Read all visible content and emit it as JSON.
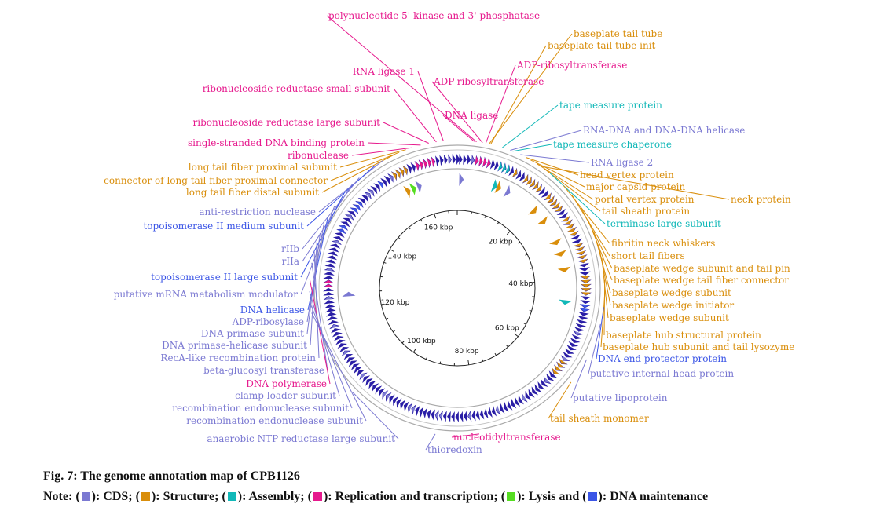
{
  "colors": {
    "cds": "#7b79d2",
    "structure": "#d98e0b",
    "assembly": "#12b8b8",
    "replication": "#e6198d",
    "lysis": "#55dd22",
    "dna": "#3b55e6",
    "fill": "#2a1ea6"
  },
  "caption": {
    "title": "Fig. 7: The genome annotation map of CPB1126",
    "note_prefix": "Note: (",
    "legend": [
      {
        "after": "): CDS; (",
        "color": "#7b79d2"
      },
      {
        "after": "): Structure; (",
        "color": "#d98e0b"
      },
      {
        "after": "): Assembly; (",
        "color": "#12b8b8"
      },
      {
        "after": "): Replication and transcription; (",
        "color": "#e6198d"
      },
      {
        "after": "): Lysis and (",
        "color": "#55dd22"
      },
      {
        "after": "): DNA maintenance",
        "color": "#3b55e6"
      }
    ]
  },
  "chart_data": {
    "type": "circular-genome-map",
    "genome_length_kbp": 168,
    "tick_labels": [
      "20 kbp",
      "40 kbp",
      "60 kbp",
      "80 kbp",
      "100 kbp",
      "120 kbp",
      "140 kbp",
      "160 kbp"
    ],
    "tick_values_kbp": [
      20,
      40,
      60,
      80,
      100,
      120,
      140,
      160
    ],
    "labels": [
      {
        "text": "polynucleotide 5'-kinase and 3'-phosphatase",
        "cat": "replication",
        "pos_kbp": 3.5
      },
      {
        "text": "baseplate tail tube",
        "cat": "structure",
        "pos_kbp": 5.8
      },
      {
        "text": "baseplate tail tube init",
        "cat": "structure",
        "pos_kbp": 6.1
      },
      {
        "text": "ADP-ribosyltransferase",
        "cat": "replication",
        "pos_kbp": 5.2
      },
      {
        "text": "ADP-ribosyltransferase",
        "cat": "replication",
        "pos_kbp": 4.6
      },
      {
        "text": "RNA ligase 1",
        "cat": "replication",
        "pos_kbp": 165.5
      },
      {
        "text": "ribonucleoside reductase small subunit",
        "cat": "replication",
        "pos_kbp": 164.2
      },
      {
        "text": "DNA ligase",
        "cat": "replication",
        "pos_kbp": 3.1
      },
      {
        "text": "tape measure protein",
        "cat": "assembly",
        "pos_kbp": 8.3
      },
      {
        "text": "RNA-DNA and DNA-DNA helicase",
        "cat": "cds",
        "pos_kbp": 9.8
      },
      {
        "text": "ribonucleoside reductase large subunit",
        "cat": "replication",
        "pos_kbp": 162.8
      },
      {
        "text": "tape measure chaperone",
        "cat": "assembly",
        "pos_kbp": 10.3
      },
      {
        "text": "single-stranded DNA binding protein",
        "cat": "replication",
        "pos_kbp": 161.3
      },
      {
        "text": "RNA ligase 2",
        "cat": "cds",
        "pos_kbp": 11.8
      },
      {
        "text": "ribonuclease",
        "cat": "replication",
        "pos_kbp": 159.6
      },
      {
        "text": "head vertex protein",
        "cat": "structure",
        "pos_kbp": 12.9
      },
      {
        "text": "long tail fiber proximal subunit",
        "cat": "structure",
        "pos_kbp": 158.5
      },
      {
        "text": "major capsid protein",
        "cat": "structure",
        "pos_kbp": 13.9
      },
      {
        "text": "connector of long tail fiber proximal connector",
        "cat": "structure",
        "pos_kbp": 157.2
      },
      {
        "text": "portal vertex protein",
        "cat": "structure",
        "pos_kbp": 15.2
      },
      {
        "text": "neck protein",
        "cat": "structure",
        "pos_kbp": 16.0
      },
      {
        "text": "long tail fiber distal subunit",
        "cat": "structure",
        "pos_kbp": 156.2
      },
      {
        "text": "tail sheath protein",
        "cat": "structure",
        "pos_kbp": 16.8
      },
      {
        "text": "anti-restriction nuclease",
        "cat": "cds",
        "pos_kbp": 153.8
      },
      {
        "text": "terminase large subunit",
        "cat": "assembly",
        "pos_kbp": 18.2
      },
      {
        "text": "topoisomerase II medium subunit",
        "cat": "dna",
        "pos_kbp": 152.1
      },
      {
        "text": "fibritin neck whiskers",
        "cat": "structure",
        "pos_kbp": 21.5
      },
      {
        "text": "rIIb",
        "cat": "cds",
        "pos_kbp": 148.6
      },
      {
        "text": "short tail fibers",
        "cat": "structure",
        "pos_kbp": 23.8
      },
      {
        "text": "rIIa",
        "cat": "cds",
        "pos_kbp": 146.8
      },
      {
        "text": "baseplate wedge subunit and tail pin",
        "cat": "structure",
        "pos_kbp": 26.5
      },
      {
        "text": "topoisomerase II large subunit",
        "cat": "dna",
        "pos_kbp": 144.7
      },
      {
        "text": "baseplate wedge tail fiber connector",
        "cat": "structure",
        "pos_kbp": 29.0
      },
      {
        "text": "putative mRNA metabolism modulator",
        "cat": "cds",
        "pos_kbp": 141.8
      },
      {
        "text": "baseplate wedge subunit",
        "cat": "structure",
        "pos_kbp": 31.6
      },
      {
        "text": "DNA helicase",
        "cat": "dna",
        "pos_kbp": 139.5
      },
      {
        "text": "baseplate wedge initiator",
        "cat": "structure",
        "pos_kbp": 34.2
      },
      {
        "text": "ADP-ribosylase",
        "cat": "cds",
        "pos_kbp": 137.8
      },
      {
        "text": "baseplate wedge subunit",
        "cat": "structure",
        "pos_kbp": 36.5
      },
      {
        "text": "DNA primase subunit",
        "cat": "cds",
        "pos_kbp": 136.2
      },
      {
        "text": "baseplate hub structural protein",
        "cat": "structure",
        "pos_kbp": 40.5
      },
      {
        "text": "DNA primase-helicase subunit",
        "cat": "cds",
        "pos_kbp": 134.5
      },
      {
        "text": "baseplate hub subunit and tail lysozyme",
        "cat": "structure",
        "pos_kbp": 42.6
      },
      {
        "text": "RecA-like recombination protein",
        "cat": "cds",
        "pos_kbp": 132.8
      },
      {
        "text": "DNA end protector protein",
        "cat": "dna",
        "pos_kbp": 45.5
      },
      {
        "text": "beta-glucosyl transferase",
        "cat": "cds",
        "pos_kbp": 130.6
      },
      {
        "text": "putative internal head protein",
        "cat": "cds",
        "pos_kbp": 48.6
      },
      {
        "text": "DNA polymerase",
        "cat": "replication",
        "pos_kbp": 127.6
      },
      {
        "text": "clamp loader subunit",
        "cat": "cds",
        "pos_kbp": 125.4
      },
      {
        "text": "putative lipoprotein",
        "cat": "cds",
        "pos_kbp": 55.5
      },
      {
        "text": "recombination endonuclease subunit",
        "cat": "cds",
        "pos_kbp": 123.2
      },
      {
        "text": "tail sheath monomer",
        "cat": "structure",
        "pos_kbp": 60.5
      },
      {
        "text": "recombination endonuclease subunit",
        "cat": "cds",
        "pos_kbp": 121.5
      },
      {
        "text": "nucleotidyltransferase",
        "cat": "replication",
        "pos_kbp": 80.0
      },
      {
        "text": "anaerobic NTP reductase large subunit",
        "cat": "cds",
        "pos_kbp": 105.0
      },
      {
        "text": "thioredoxin",
        "cat": "cds",
        "pos_kbp": 88.0
      }
    ]
  }
}
